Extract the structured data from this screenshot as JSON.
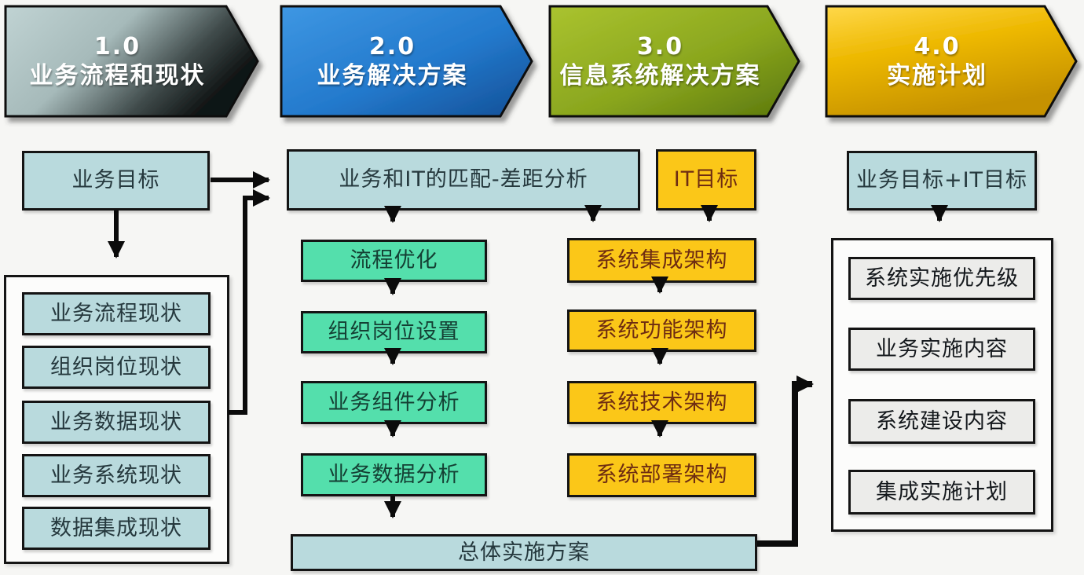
{
  "phases": [
    {
      "number": "1.0",
      "title": "业务流程和现状"
    },
    {
      "number": "2.0",
      "title": "业务解决方案"
    },
    {
      "number": "3.0",
      "title": "信息系统解决方案"
    },
    {
      "number": "4.0",
      "title": "实施计划"
    }
  ],
  "col1": {
    "goal": "业务目标",
    "current_state_items": [
      "业务流程现状",
      "组织岗位现状",
      "业务数据现状",
      "业务系统现状",
      "数据集成现状"
    ]
  },
  "col2": {
    "gap_analysis": "业务和IT的匹配-差距分析",
    "steps": [
      "流程优化",
      "组织岗位设置",
      "业务组件分析",
      "业务数据分析"
    ],
    "master_plan": "总体实施方案"
  },
  "col3": {
    "it_goal": "IT目标",
    "architectures": [
      "系统集成架构",
      "系统功能架构",
      "系统技术架构",
      "系统部署架构"
    ]
  },
  "col4": {
    "goal": "业务目标+IT目标",
    "plan_items": [
      "系统实施优先级",
      "业务实施内容",
      "系统建设内容",
      "集成实施计划"
    ]
  },
  "colors": {
    "phase1_light": "#c0d3d3",
    "phase1_dark": "#101414",
    "phase2_light": "#3e97e3",
    "phase2_dark": "#134f96",
    "phase3_light": "#aac32f",
    "phase3_dark": "#5a770c",
    "phase4_light": "#ffd84a",
    "phase4_dark": "#c69200",
    "node_blue": "#b9dadd",
    "node_mint": "#54dfac",
    "node_gold": "#fbc718",
    "node_gray": "#ececea",
    "arrow": "#0b0b0b"
  }
}
